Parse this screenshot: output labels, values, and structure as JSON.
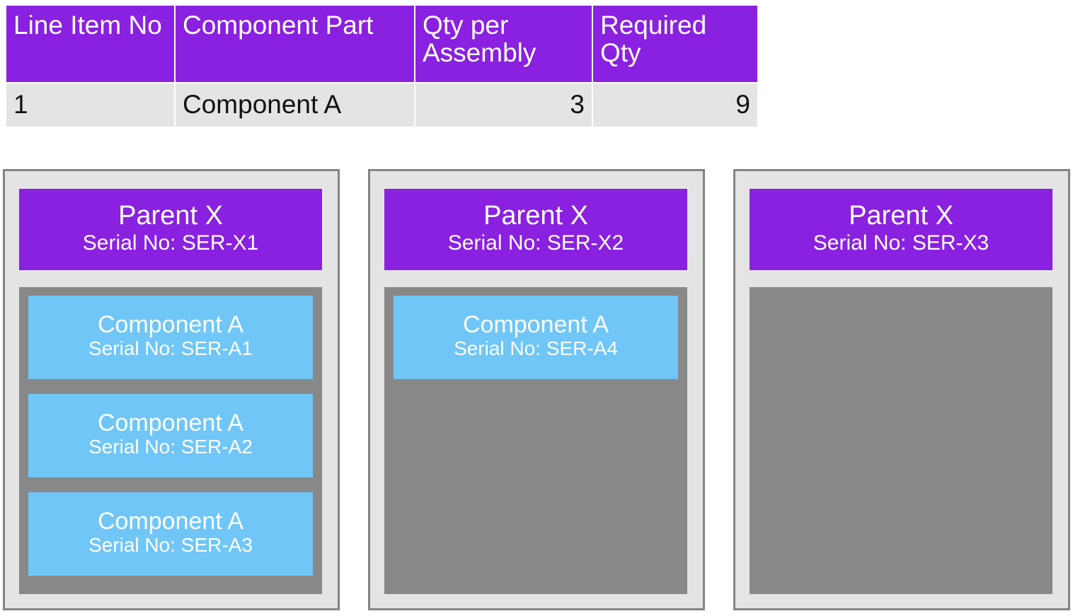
{
  "bom_table": {
    "columns": [
      {
        "key": "line_item_no",
        "label": "Line Item No",
        "align": "left"
      },
      {
        "key": "component_part",
        "label": "Component Part",
        "align": "left"
      },
      {
        "key": "qty_per_assembly",
        "label": "Qty per Assembly",
        "align": "right"
      },
      {
        "key": "required_qty",
        "label": "Required Qty",
        "align": "right"
      }
    ],
    "header": {
      "line_item_no": "Line Item No",
      "component_part": "Component Part",
      "qty_per_assembly": "Qty per Assembly",
      "required_qty": "Required Qty"
    },
    "rows": [
      {
        "line_item_no": "1",
        "component_part": "Component A",
        "qty_per_assembly": "3",
        "required_qty": "9"
      }
    ]
  },
  "cards": [
    {
      "parent": {
        "title": "Parent X",
        "serial": "Serial No: SER-X1"
      },
      "children": [
        {
          "title": "Component A",
          "serial": "Serial No: SER-A1"
        },
        {
          "title": "Component A",
          "serial": "Serial No: SER-A2"
        },
        {
          "title": "Component A",
          "serial": "Serial No: SER-A3"
        }
      ]
    },
    {
      "parent": {
        "title": "Parent X",
        "serial": "Serial No: SER-X2"
      },
      "children": [
        {
          "title": "Component A",
          "serial": "Serial No: SER-A4"
        }
      ]
    },
    {
      "parent": {
        "title": "Parent X",
        "serial": "Serial No: SER-X3"
      },
      "children": []
    }
  ],
  "colors": {
    "parent_purple": "#8A20E0",
    "component_blue": "#6FC6F7",
    "container_gray": "#888888",
    "card_background": "#e4e4e4",
    "card_border": "#848484",
    "table_row_background": "#e4e4e4",
    "header_text": "#ffffff",
    "body_text": "#111111"
  }
}
